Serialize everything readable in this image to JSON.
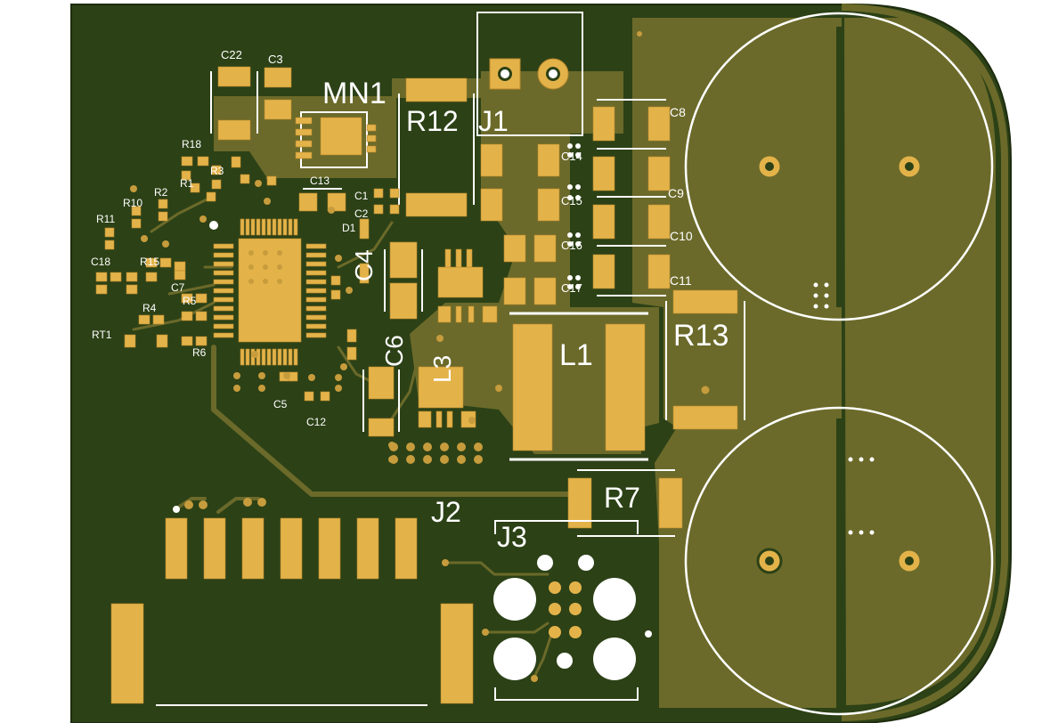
{
  "board": {
    "colors": {
      "board": "#2c4116",
      "copper_pour": "#6b6a2a",
      "pad": "#e3b34a",
      "silkscreen": "#ffffff",
      "background": "#ffffff"
    },
    "large_labels": {
      "mn1": "MN1",
      "r12": "R12",
      "j1": "J1",
      "l1": "L1",
      "r13": "R13",
      "r7": "R7",
      "j2": "J2",
      "j3": "J3",
      "c4": "C4",
      "c6": "C6",
      "l3": "L3"
    },
    "small_labels": {
      "c22": "C22",
      "c3": "C3",
      "r18": "R18",
      "r3": "R3",
      "r1": "R1",
      "r2": "R2",
      "r10": "R10",
      "r11": "R11",
      "c18": "C18",
      "r15": "R15",
      "c7": "C7",
      "r4": "R4",
      "r5": "R5",
      "rt1": "RT1",
      "r6": "R6",
      "c13": "C13",
      "c1": "C1",
      "c2": "C2",
      "d1": "D1",
      "c5": "C5",
      "c12": "C12",
      "c8": "C8",
      "c9": "C9",
      "c10": "C10",
      "c11": "C11",
      "c14": "C14",
      "c15": "C15",
      "c16": "C16",
      "c17": "C17"
    }
  }
}
